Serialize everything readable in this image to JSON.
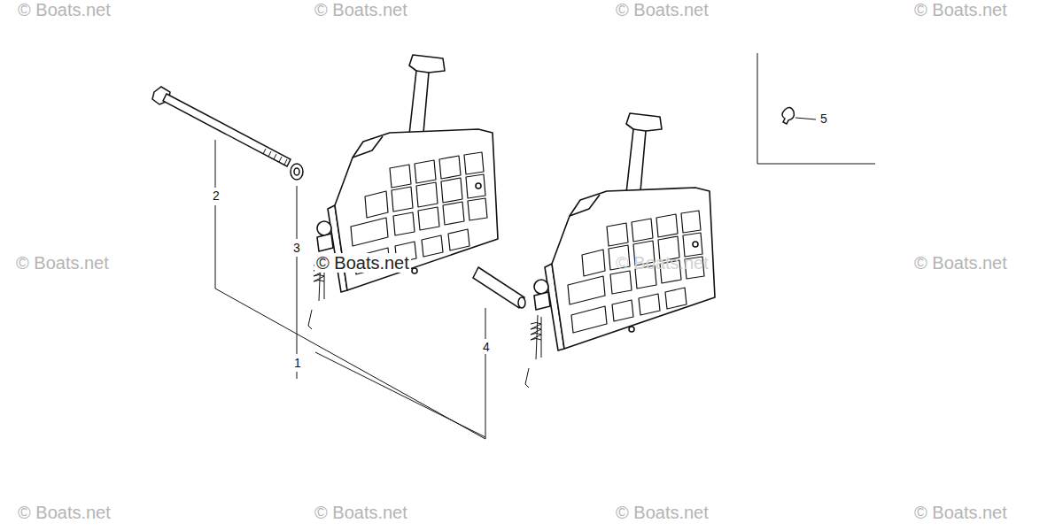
{
  "diagram": {
    "labels": [
      "© Boats.net",
      "© Boats.net",
      "© Boats.net",
      "© Boats.net",
      "5",
      "2",
      "3",
      "© Boats.net",
      "© Boats.net",
      "© Boats.net",
      "© Boats.net",
      "4",
      "1",
      "© Boats.net",
      "© Boats.net",
      "© Boats.net",
      "© Boats.net"
    ]
  }
}
